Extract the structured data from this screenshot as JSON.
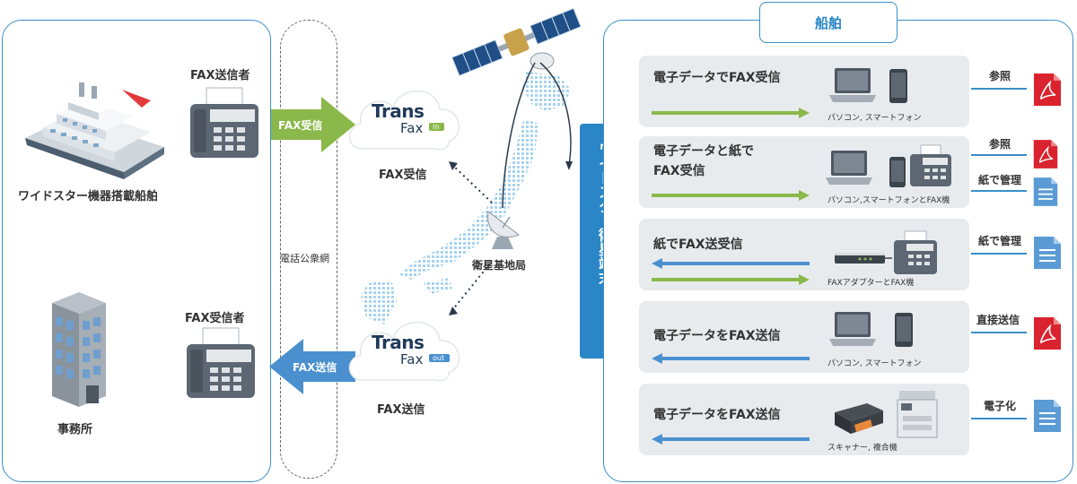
{
  "left_panel": {
    "ship_label": "ワイドスター機器搭載船舶",
    "office_label": "事務所",
    "fax_sender_label": "FAX送信者",
    "fax_receiver_label": "FAX受信者"
  },
  "network": {
    "phone_network_label": "電話公衆網",
    "fax_receive_arrow_label": "FAX受信",
    "fax_send_arrow_label": "FAX送信"
  },
  "clouds": {
    "receive": {
      "brand_top": "Trans",
      "brand_bottom": "Fax",
      "tag": "in",
      "caption": "FAX受信"
    },
    "send": {
      "brand_top": "Trans",
      "brand_bottom": "Fax",
      "tag": "out",
      "caption": "FAX送信"
    }
  },
  "ground_station_label": "衛星基地局",
  "terminal_label": "ワイドスター衛星端末",
  "ship_tab_label": "船舶",
  "rows": [
    {
      "title": "電子データでFAX受信",
      "caption": "パソコン, スマートフォン",
      "direction": "receive"
    },
    {
      "title_line1": "電子データと紙で",
      "title_line2": "FAX受信",
      "caption": "パソコン,スマートフォンとFAX機",
      "direction": "receive"
    },
    {
      "title": "紙でFAX送受信",
      "caption": "FAXアダプターとFAX機",
      "direction": "both"
    },
    {
      "title": "電子データをFAX送信",
      "caption": "パソコン, スマートフォン",
      "direction": "send"
    },
    {
      "title": "電子データをFAX送信",
      "caption": "スキャナー, 複合機",
      "direction": "send"
    }
  ],
  "side_labels": {
    "row1": "参照",
    "row2_a": "参照",
    "row2_b": "紙で管理",
    "row3": "紙で管理",
    "row4": "直接送信",
    "row5": "電子化"
  },
  "colors": {
    "panel_border": "#3a8fc8",
    "receive_arrow": "#8ab84a",
    "send_arrow": "#4a90cf",
    "terminal_bg": "#2a86c6",
    "pdf_red": "#d9232e",
    "doc_blue": "#5b9bd5"
  }
}
